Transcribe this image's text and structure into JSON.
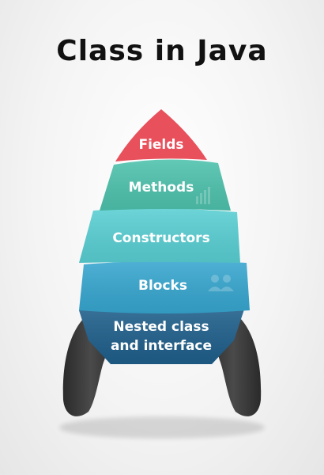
{
  "title": "Class in Java",
  "layers": [
    {
      "id": "fields",
      "label": "Fields",
      "color": "#e8505b"
    },
    {
      "id": "methods",
      "label": "Methods",
      "color": "#4ec2ad"
    },
    {
      "id": "constructors",
      "label": "Constructors",
      "color": "#59cfd3"
    },
    {
      "id": "blocks",
      "label": "Blocks",
      "color": "#37a6cf"
    },
    {
      "id": "nested",
      "label_line1": "Nested class",
      "label_line2": "and interface",
      "color": "#1f5f8b"
    }
  ],
  "fin_color": "#3a3a3a",
  "decor_icons": [
    "chart-icon",
    "people-icon"
  ]
}
